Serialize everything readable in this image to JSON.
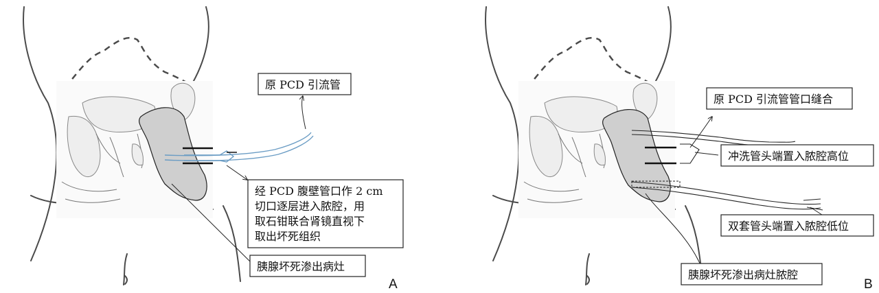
{
  "panel_a": {
    "letter": "A",
    "labels": {
      "original_tube": "原 PCD 引流管",
      "procedure_lines": [
        "经 PCD 腹壁管口作 2 cm",
        "切口逐层进入脓腔，用",
        "取石钳联合肾镜直视下",
        "取出坏死组织"
      ],
      "lesion": "胰腺坏死渗出病灶"
    }
  },
  "panel_b": {
    "letter": "B",
    "labels": {
      "sutured": "原 PCD 引流管管口缝合",
      "irrigation": "冲洗管头端置入脓腔高位",
      "double_sleeve": "双套管头端置入脓腔低位",
      "lesion_cavity": "胰腺坏死渗出病灶脓腔"
    }
  }
}
